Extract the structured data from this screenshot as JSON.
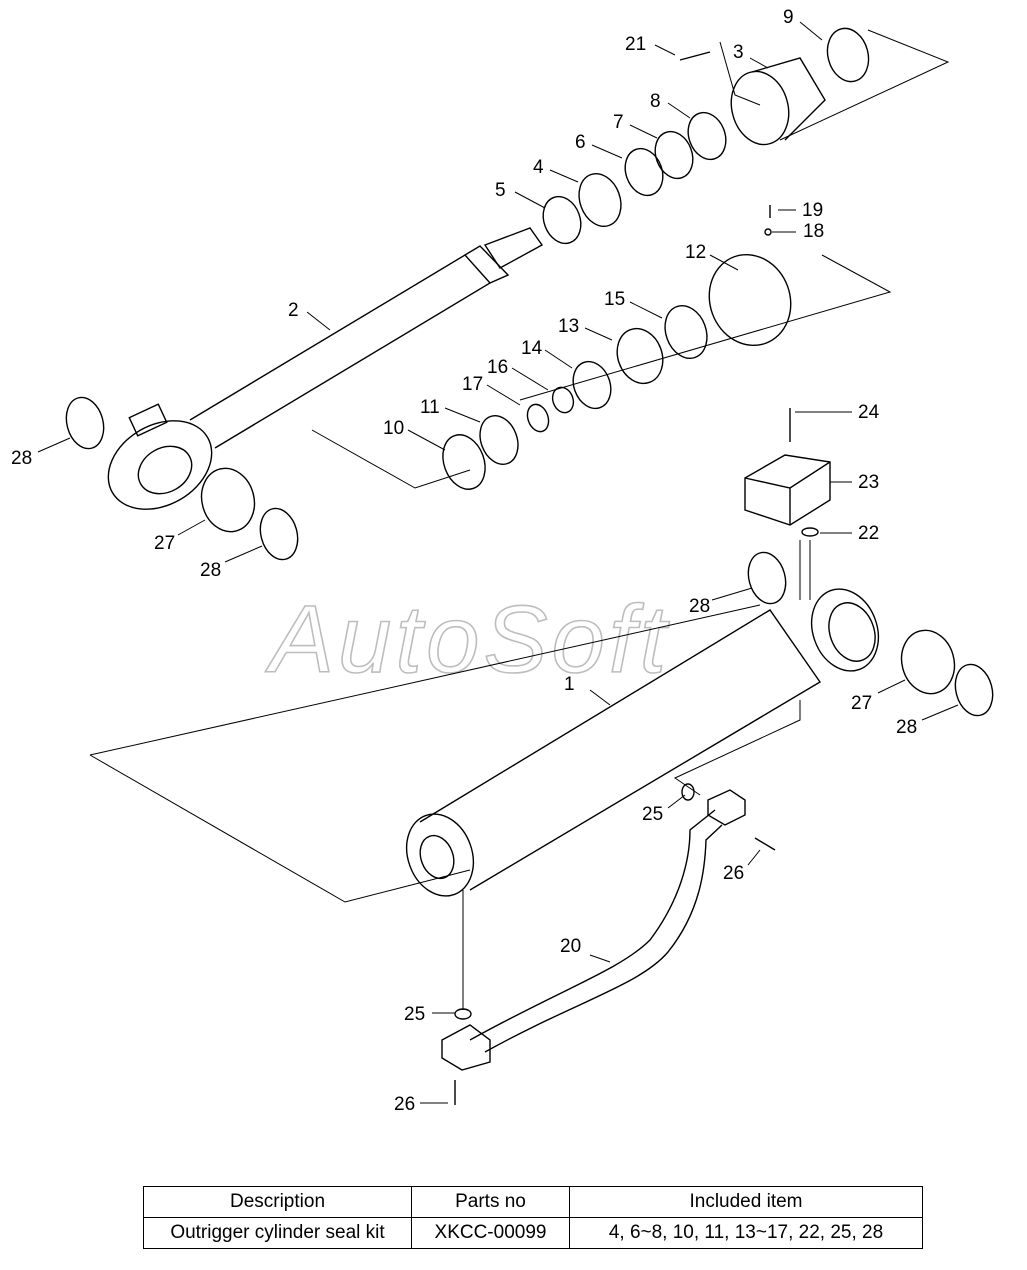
{
  "watermark": "AutoSoft",
  "callouts": [
    {
      "id": "c1",
      "text": "1"
    },
    {
      "id": "c2",
      "text": "2"
    },
    {
      "id": "c3",
      "text": "3"
    },
    {
      "id": "c4",
      "text": "4"
    },
    {
      "id": "c5",
      "text": "5"
    },
    {
      "id": "c6",
      "text": "6"
    },
    {
      "id": "c7",
      "text": "7"
    },
    {
      "id": "c8",
      "text": "8"
    },
    {
      "id": "c9",
      "text": "9"
    },
    {
      "id": "c10",
      "text": "10"
    },
    {
      "id": "c11",
      "text": "11"
    },
    {
      "id": "c12",
      "text": "12"
    },
    {
      "id": "c13",
      "text": "13"
    },
    {
      "id": "c14",
      "text": "14"
    },
    {
      "id": "c15",
      "text": "15"
    },
    {
      "id": "c16",
      "text": "16"
    },
    {
      "id": "c17",
      "text": "17"
    },
    {
      "id": "c18",
      "text": "18"
    },
    {
      "id": "c19",
      "text": "19"
    },
    {
      "id": "c20",
      "text": "20"
    },
    {
      "id": "c21",
      "text": "21"
    },
    {
      "id": "c22",
      "text": "22"
    },
    {
      "id": "c23",
      "text": "23"
    },
    {
      "id": "c24",
      "text": "24"
    },
    {
      "id": "c25a",
      "text": "25"
    },
    {
      "id": "c25b",
      "text": "25"
    },
    {
      "id": "c26a",
      "text": "26"
    },
    {
      "id": "c26b",
      "text": "26"
    },
    {
      "id": "c27a",
      "text": "27"
    },
    {
      "id": "c27b",
      "text": "27"
    },
    {
      "id": "c28a",
      "text": "28"
    },
    {
      "id": "c28b",
      "text": "28"
    },
    {
      "id": "c28c",
      "text": "28"
    },
    {
      "id": "c28d",
      "text": "28"
    }
  ],
  "table": {
    "headers": [
      "Description",
      "Parts no",
      "Included item"
    ],
    "rows": [
      [
        "Outrigger cylinder seal kit",
        "XKCC-00099",
        "4, 6~8, 10, 11, 13~17, 22, 25, 28"
      ]
    ]
  }
}
